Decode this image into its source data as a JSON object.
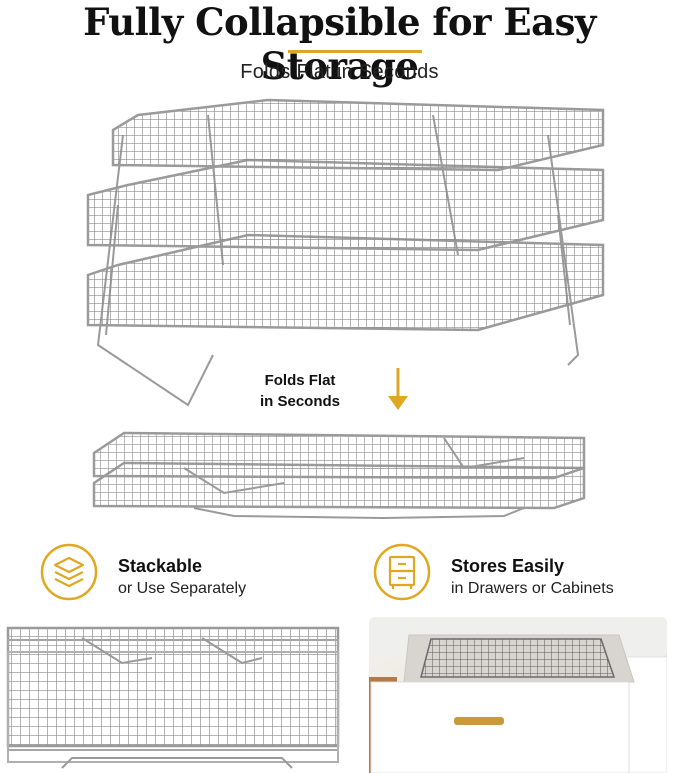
{
  "header": {
    "title": "Fully Collapsible for Easy Storage",
    "subtitle": "Folds Flat in Seconds"
  },
  "fold_caption": {
    "line1": "Folds Flat",
    "line2": "in Seconds"
  },
  "features": [
    {
      "title": "Stackable",
      "subtitle": "or Use Separately",
      "icon": "stack-layers-icon"
    },
    {
      "title": "Stores Easily",
      "subtitle": "in Drawers or Cabinets",
      "icon": "drawer-cabinet-icon"
    }
  ],
  "colors": {
    "accent": "#e0a822",
    "text": "#111111",
    "metal": "#9a9a9a"
  }
}
